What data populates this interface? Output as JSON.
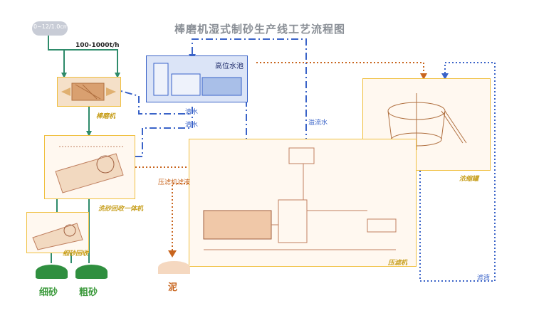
{
  "title": "棒磨机湿式制砂生产线工艺流程图",
  "feed": {
    "size_label": "0~12/1.0cm",
    "capacity_label": "100-1000t/h"
  },
  "stages": {
    "rod_mill": "棒磨机",
    "sand_recovery": "洗砂回收一体机",
    "fine_sand_recovery": "细砂回收",
    "high_tank": "高位水池",
    "thickener": "浓缩罐",
    "filter_press": "压滤机"
  },
  "flows": {
    "clear_water_1": "清水",
    "clear_water_2": "清水",
    "overflow_water": "溢流水",
    "filtrate": "压滤机滤液",
    "filtrate_return": "滤液",
    "mud": "泥"
  },
  "products": {
    "fine_sand": "细砂",
    "coarse_sand": "粗砂"
  },
  "colors": {
    "green_flow": "#2e8b6a",
    "blue_flow": "#3a63c8",
    "orange_flow": "#c8651e",
    "stage_border": "#f0c040",
    "sand_pile": "#2f8f3f"
  }
}
